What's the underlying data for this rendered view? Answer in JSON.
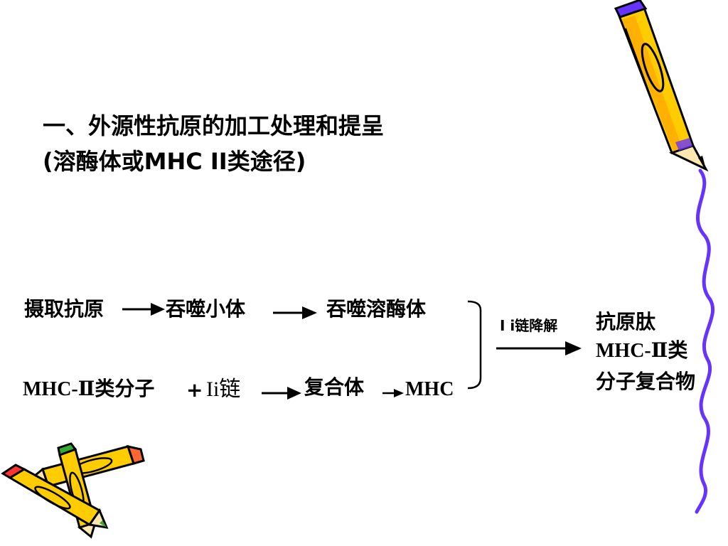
{
  "title": {
    "line1": "一、外源性抗原的加工处理和提呈",
    "line2": "(溶酶体或MHC II类途径)"
  },
  "pathway": {
    "step1": "摄取抗原",
    "step2": "吞噬小体",
    "step3": "吞噬溶酶体",
    "mhc_molecule": "MHC-Ⅱ类分子",
    "plus": "+",
    "ii_chain": "Ii链",
    "complex": "复合体",
    "mhc": "MHC",
    "ii_degradation": "I i链降解",
    "product_line1": "抗原肽",
    "product_line2": "MHC-Ⅱ类",
    "product_line3": "分子复合物"
  },
  "colors": {
    "pencil_yellow": "#FFCC00",
    "pencil_outline": "#000000",
    "wavy_line": "#6633FF",
    "eraser_red": "#FF3333",
    "cap_green": "#33AA33"
  },
  "icons": [
    "pencil-icon",
    "crossed-pencils-icon",
    "wavy-line-decoration"
  ]
}
